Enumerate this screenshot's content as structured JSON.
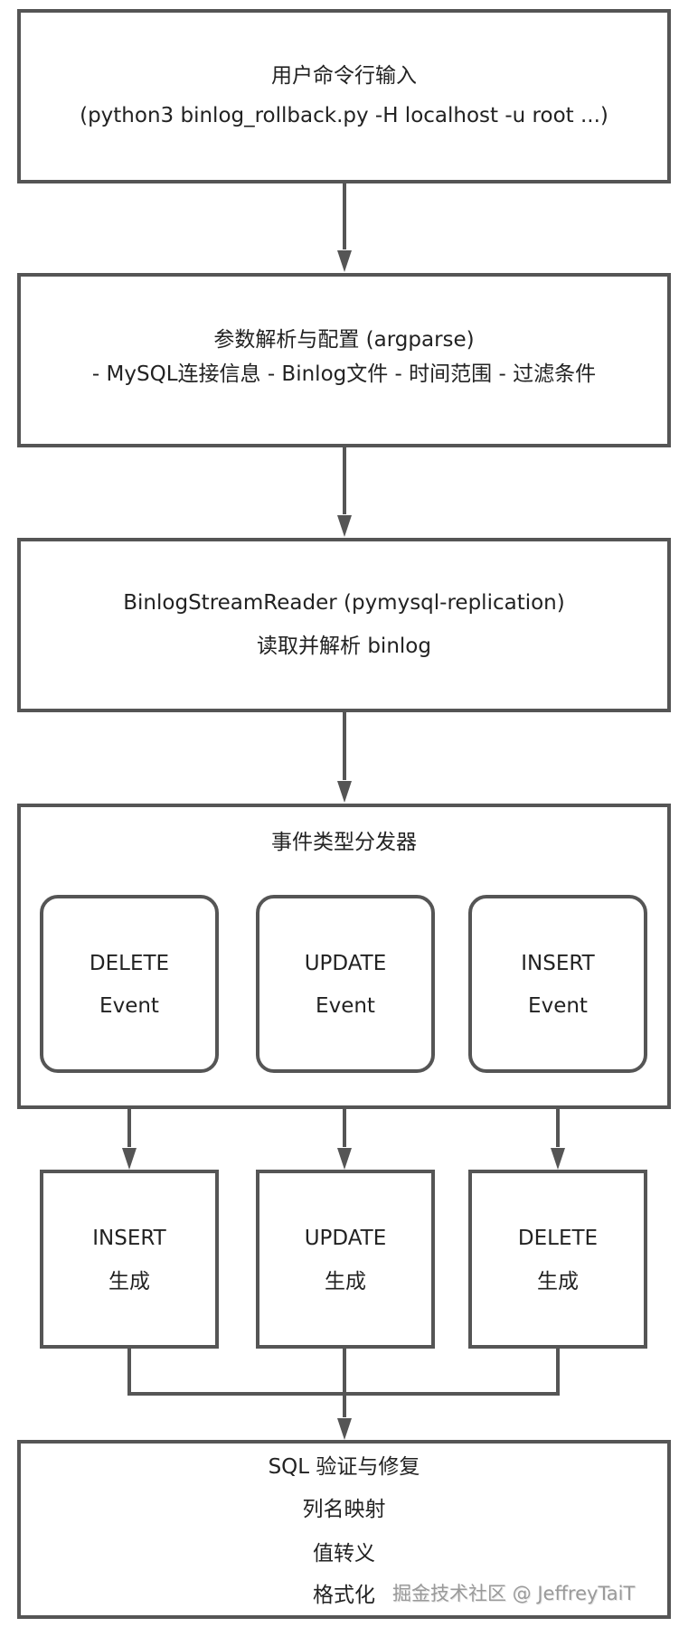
{
  "diagram": {
    "type": "flowchart",
    "colors": {
      "stroke": "#555555",
      "text": "#222222",
      "watermark": "#9a9a9a",
      "background": "#ffffff"
    },
    "nodes": {
      "cli_input": {
        "lines": [
          "用户命令行输入",
          "(python3 binlog_rollback.py -H localhost -u root ...)"
        ]
      },
      "arg_parse": {
        "lines": [
          "参数解析与配置 (argparse)",
          "- MySQL连接信息 - Binlog文件 - 时间范围 - 过滤条件"
        ]
      },
      "stream_reader": {
        "lines": [
          "BinlogStreamReader (pymysql-replication)",
          "读取并解析 binlog"
        ]
      },
      "dispatcher": {
        "title": "事件类型分发器",
        "events": [
          {
            "lines": [
              "DELETE",
              "Event"
            ]
          },
          {
            "lines": [
              "UPDATE",
              "Event"
            ]
          },
          {
            "lines": [
              "INSERT",
              "Event"
            ]
          }
        ]
      },
      "generators": [
        {
          "lines": [
            "INSERT",
            "生成"
          ]
        },
        {
          "lines": [
            "UPDATE",
            "生成"
          ]
        },
        {
          "lines": [
            "DELETE",
            "生成"
          ]
        }
      ],
      "sql_fix": {
        "lines": [
          "SQL 验证与修复",
          "列名映射",
          "值转义",
          "格式化"
        ]
      }
    },
    "edges": [
      [
        "cli_input",
        "arg_parse"
      ],
      [
        "arg_parse",
        "stream_reader"
      ],
      [
        "stream_reader",
        "dispatcher"
      ],
      [
        "DELETE Event",
        "INSERT 生成"
      ],
      [
        "UPDATE Event",
        "UPDATE 生成"
      ],
      [
        "INSERT Event",
        "DELETE 生成"
      ],
      [
        "INSERT 生成",
        "sql_fix"
      ],
      [
        "UPDATE 生成",
        "sql_fix"
      ],
      [
        "DELETE 生成",
        "sql_fix"
      ]
    ],
    "watermark": "掘金技术社区 @ JeffreyTaiT"
  }
}
